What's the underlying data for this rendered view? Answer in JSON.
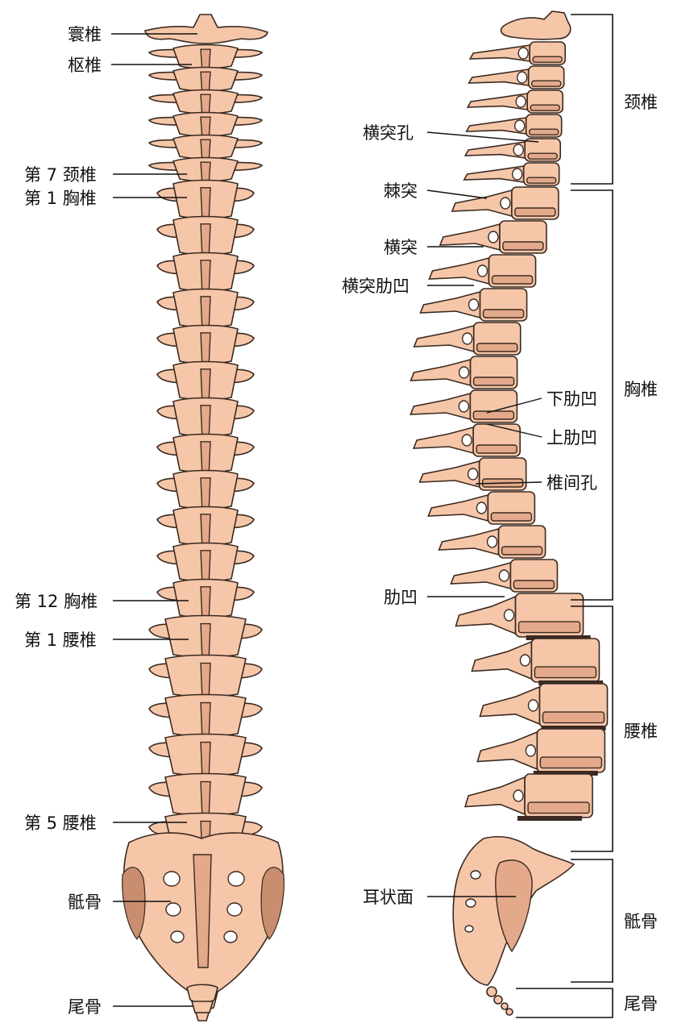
{
  "colors": {
    "bone": "#f6c6a9",
    "bone_shade": "#e3a98a",
    "outline": "#3a2a20",
    "background": "#ffffff"
  },
  "posterior_view": {
    "labels": {
      "atlas": "寰椎",
      "axis": "枢椎",
      "c7": "第 7 颈椎",
      "t1": "第 1 胸椎",
      "t12": "第 12 胸椎",
      "l1": "第 1 腰椎",
      "l5": "第 5 腰椎",
      "sacrum": "骶骨",
      "coccyx": "尾骨"
    }
  },
  "lateral_view": {
    "labels": {
      "transverse_foramen": "横突孔",
      "spinous_process": "棘突",
      "transverse_process": "横突",
      "transverse_costal_facet": "横突肋凹",
      "inferior_costal_facet": "下肋凹",
      "superior_costal_facet": "上肋凹",
      "intervertebral_foramen": "椎间孔",
      "costal_facet": "肋凹",
      "auricular_surface": "耳状面"
    },
    "regions": {
      "cervical": "颈椎",
      "thoracic": "胸椎",
      "lumbar": "腰椎",
      "sacral": "骶骨",
      "coccygeal": "尾骨"
    }
  }
}
